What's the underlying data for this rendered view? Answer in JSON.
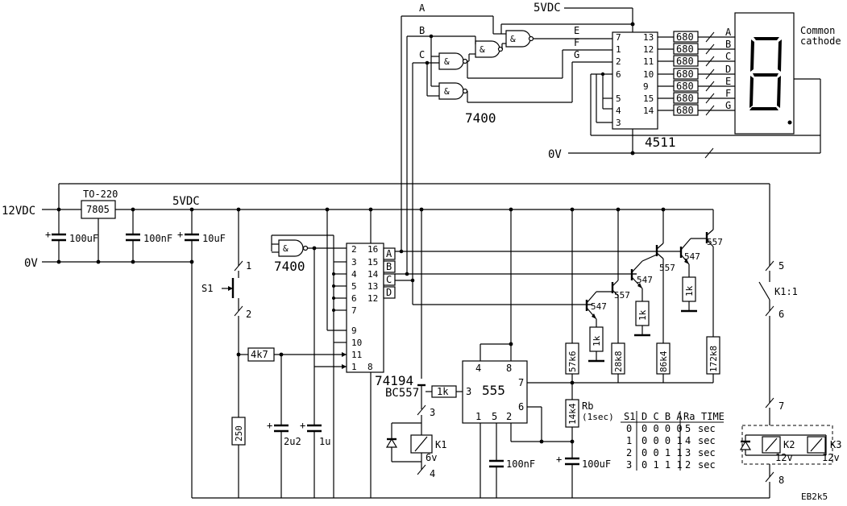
{
  "supply": {
    "v5_top": "5VDC",
    "v5": "5VDC",
    "v12": "12VDC",
    "gnd_top": "0V",
    "gnd": "0V"
  },
  "regulator": {
    "package": "TO-220",
    "part": "7805"
  },
  "caps": {
    "c100u_in": "100uF",
    "c100n": "100nF",
    "c10u": "10uF",
    "c2u2": "2u2",
    "c1u": "1u",
    "c100n_555": "100nF",
    "c100u_555": "100uF"
  },
  "resistors": {
    "r4k7": "4k7",
    "r250": "250",
    "r1k_base": "1k",
    "r57k6": "57k6",
    "r28k8": "28k8",
    "r86k4": "86k4",
    "r172k8": "172k8",
    "r14k4": "14k4",
    "rb": "Rb",
    "rb_note": "(1sec)",
    "r1k_a": "1k",
    "r1k_b": "1k",
    "r1k_c": "1k",
    "r680": [
      "680",
      "680",
      "680",
      "680",
      "680",
      "680",
      "680"
    ]
  },
  "chips": {
    "nand_top": "7400",
    "nand_mid": "7400",
    "ic4511": "4511",
    "ic74194": "74194",
    "ic555": "555"
  },
  "gate": {
    "symbol": "&"
  },
  "ic4511_pins_left": [
    "7",
    "1",
    "2",
    "6",
    "5",
    "4",
    "3"
  ],
  "ic4511_pins_right": [
    "13",
    "12",
    "11",
    "10",
    "9",
    "15",
    "14"
  ],
  "ic74194_pins_left": [
    "2",
    "3",
    "4",
    "5",
    "6",
    "7",
    "9",
    "10",
    "11",
    "1"
  ],
  "ic74194_pins_right": [
    "16",
    "15",
    "14",
    "13",
    "12"
  ],
  "ic74194_pin_bottom": "8",
  "ic555_pins": {
    "p4": "4",
    "p8": "8",
    "p7": "7",
    "p3": "3",
    "p6": "6",
    "p1": "1",
    "p5": "5",
    "p2": "2"
  },
  "lines": {
    "a": "A",
    "b": "B",
    "c": "C",
    "d": "D",
    "e": "E",
    "f": "F",
    "g": "G"
  },
  "display_segments": [
    "A",
    "B",
    "C",
    "D",
    "E",
    "F",
    "G"
  ],
  "display": {
    "title1": "Common",
    "title2": "cathode"
  },
  "transistors": {
    "bc557": "BC557",
    "t547a": "547",
    "t557a": "557",
    "t547b": "547",
    "t557b": "557",
    "t547c": "547",
    "t557c": "557"
  },
  "switch": {
    "s1": "S1",
    "t1": "1",
    "t2": "2"
  },
  "relays": {
    "k1": "K1",
    "k1_v": "6v",
    "k1_t3": "3",
    "k1_t4": "4",
    "k11": "K1:1",
    "k11_t5": "5",
    "k11_t6": "6",
    "k2": "K2",
    "k3": "K3",
    "k2_v": "12v",
    "k3_v": "12v",
    "t7": "7",
    "t8": "8"
  },
  "table": {
    "headers": [
      "S1",
      "D C B A",
      "Ra",
      "TIME"
    ],
    "rows": [
      [
        "0",
        "0 0 0 0",
        "5",
        "sec"
      ],
      [
        "1",
        "0 0 0 1",
        "4",
        "sec"
      ],
      [
        "2",
        "0 0 1 1",
        "3",
        "sec"
      ],
      [
        "3",
        "0 1 1 1",
        "2",
        "sec"
      ]
    ]
  },
  "signature": "EB2k5"
}
